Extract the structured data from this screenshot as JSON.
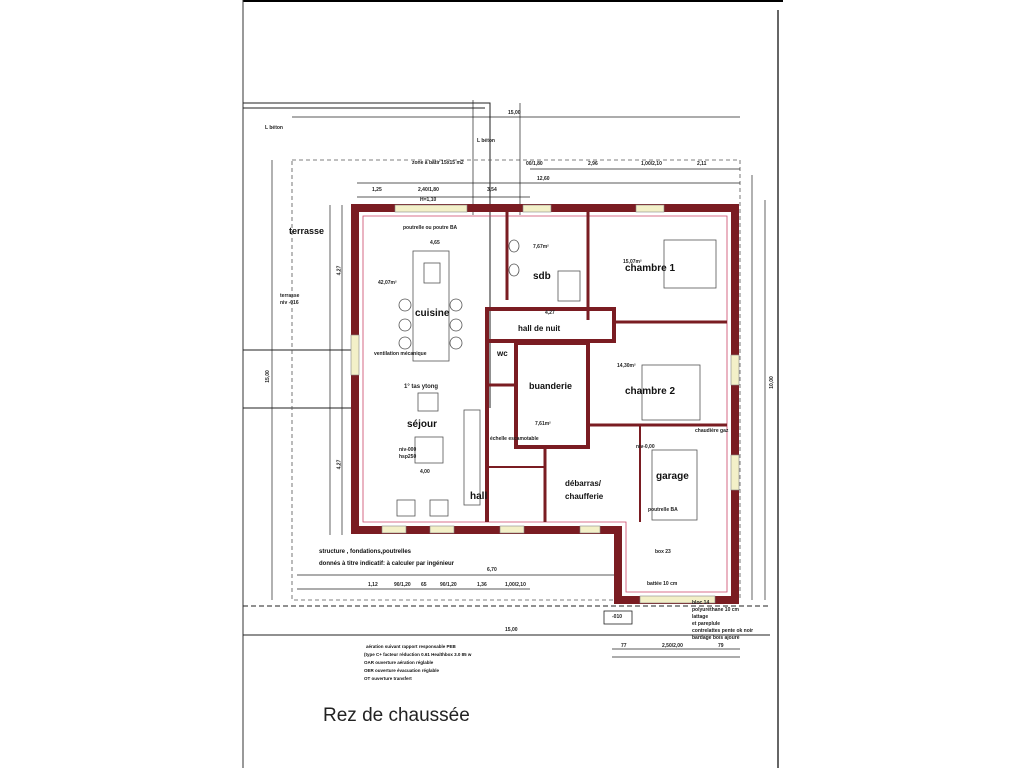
{
  "title": "Rez de chaussée",
  "colors": {
    "wall": "#7a1c22",
    "window": "#f3f0c8",
    "line": "#222222"
  },
  "rooms": {
    "terrasse": "terrasse",
    "cuisine": "cuisine",
    "sejour": "séjour",
    "sdb": "sdb",
    "chambre1": "chambre 1",
    "hall_nuit": "hall de nuit",
    "wc": "wc",
    "buanderie": "buanderie",
    "chambre2": "chambre 2",
    "garage": "garage",
    "hall": "hall",
    "debarras": "débarras/",
    "chaufferie": "chaufferie"
  },
  "annotations": {
    "tas_ytong": "1° tas ytong",
    "terrasse_niv": "terrasse",
    "terrasse_niv2": "niv -016",
    "beton1": "L béton",
    "beton2": "L béton",
    "zone": "zone à bâtir 15x15 m2",
    "poutrelle": "poutrelle ou poutre BA",
    "area_sejour": "42,07m²",
    "area_sdb": "7,67m²",
    "area_ch1": "15,07m²",
    "area_ch2": "14,30m²",
    "area_buand": "7,61m²",
    "niv_sejour": "niv-000",
    "hsp": "hsp250",
    "vmc": "ventilation mécanique",
    "echelle": "échelle escamotable",
    "chaudiere": "chaudière gaz",
    "garage_niv": "niv-0,00",
    "poutrelle_garage": "poutrelle BA",
    "box": "box 23",
    "battée": "battée 10 cm",
    "niv_ext": "-010",
    "bloc": "bloc 14",
    "poly": "polyuréthane 10 cm",
    "lattage": "lattage",
    "pare": "et pareplule",
    "contre": "contrelattes pente ok noir",
    "bardage": "bardage bois ajouré"
  },
  "dimensions": [
    "15,00",
    "12,60",
    "1,25",
    "2,40/1,80",
    "H=1,10",
    "3,54",
    "00/1,80",
    "2,96",
    "1,00/2,10",
    "2,11",
    "4,65",
    "4,27",
    "4,00",
    "6,70",
    "15,00",
    "1,12",
    "90/1,20",
    "65",
    "90/1,20",
    "1,36",
    "1,00/2,10",
    "77",
    "2,50/2,00",
    "79",
    "15,00",
    "4,27",
    "4,27",
    "10,00"
  ],
  "notes": {
    "structure": "structure , fondations,poutrelles",
    "indicatif": "donnés à titre indicatif: à calculer par ingénieur",
    "aeration": "aération suivant rapport responsable PEB",
    "type": "(type C+ facteur réduction 0.61 Healthbox 3.0 85 w",
    "oar": "OAR ouverture aération réglable",
    "oer": "OER ouverture évacuation réglable",
    "ot": "OT ouverture transfert"
  }
}
